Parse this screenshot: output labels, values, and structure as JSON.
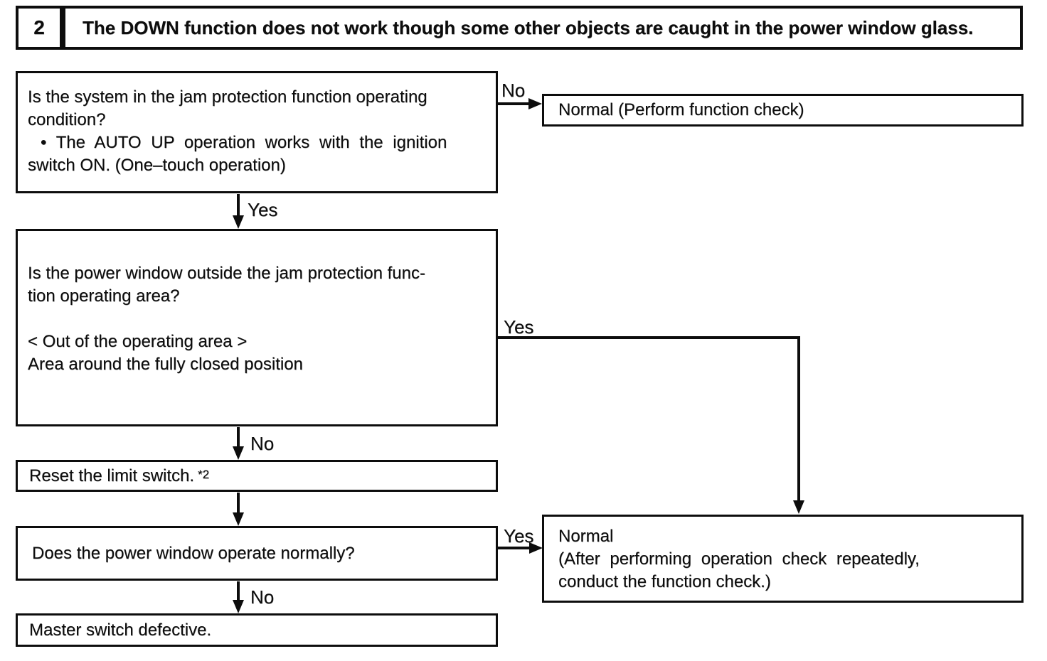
{
  "header": {
    "number": "2",
    "title": "The DOWN function does not work though some other objects are caught in the power window glass."
  },
  "boxes": {
    "q1": {
      "lines": [
        "Is the system in the jam protection function operating",
        "condition?",
        "• The AUTO UP operation works with the ignition",
        "switch ON. (One–touch operation)"
      ]
    },
    "result1": {
      "text": "Normal (Perform function check)"
    },
    "q2": {
      "lines": [
        "Is the power window outside the jam protection func-",
        "tion operating area?",
        "",
        "< Out of the operating area >",
        "Area around the fully closed position"
      ]
    },
    "q3": {
      "text": "Reset the limit switch.",
      "footnote": "*2"
    },
    "q4": {
      "text": "Does the power window operate normally?"
    },
    "result2": {
      "lines": [
        "Normal",
        "(After performing operation check repeatedly,",
        "conduct the function check.)"
      ]
    },
    "q5": {
      "text": "Master switch defective."
    }
  },
  "branches": {
    "q1_no": {
      "label": "No"
    },
    "q1_yes": {
      "label": "Yes"
    },
    "q2_yes": {
      "label": "Yes"
    },
    "q2_no": {
      "label": "No"
    },
    "q4_yes": {
      "label": "Yes"
    },
    "q4_no": {
      "label": "No"
    }
  }
}
